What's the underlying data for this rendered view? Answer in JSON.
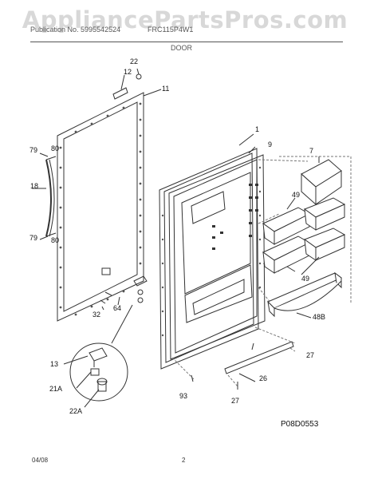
{
  "watermark": "AppliancePartsPros.com",
  "header": {
    "left": "Publication No. 5995542524",
    "center": "FRC115P4W1",
    "section": "DOOR"
  },
  "callouts": {
    "c22": "22",
    "c12": "12",
    "c11": "11",
    "c1": "1",
    "c9": "9",
    "c7": "7",
    "c79a": "79",
    "c80a": "80",
    "c18": "18",
    "c79b": "79",
    "c80b": "80",
    "c49a": "49",
    "c49b": "49",
    "c64": "64",
    "c32": "32",
    "c48b": "48B",
    "c27a": "27",
    "c26": "26",
    "c13": "13",
    "c21a": "21A",
    "c22a": "22A",
    "c93": "93",
    "c27b": "27"
  },
  "doc_code": "P08D0553",
  "footer": {
    "date": "04/08",
    "page": "2"
  }
}
